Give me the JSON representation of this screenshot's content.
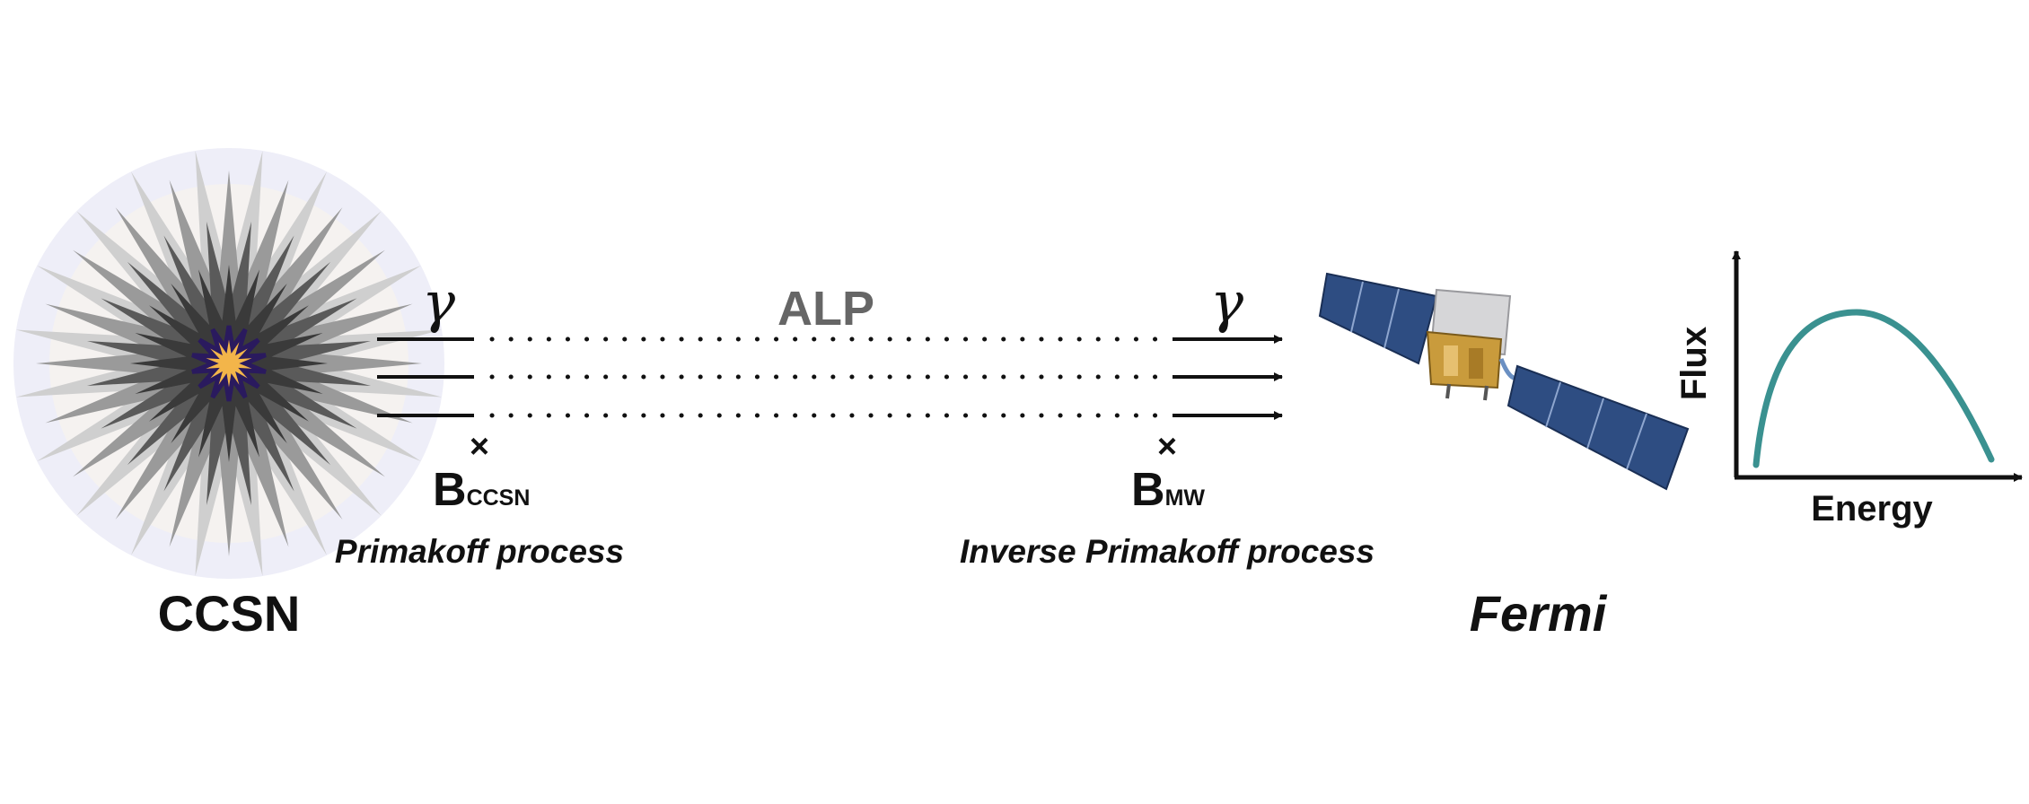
{
  "source": {
    "label": "CCSN"
  },
  "photon_left": {
    "symbol": "γ"
  },
  "photon_right": {
    "symbol": "γ"
  },
  "alp": {
    "label": "ALP"
  },
  "field_left": {
    "base": "B",
    "subscript": "CCSN",
    "cross": "×"
  },
  "field_right": {
    "base": "B",
    "subscript": "MW",
    "cross": "×"
  },
  "process_left": {
    "label": "Primakoff process"
  },
  "process_right": {
    "label": "Inverse Primakoff process"
  },
  "detector": {
    "label": "Fermi",
    "icon": "satellite-icon"
  },
  "spectrum": {
    "xlabel": "Energy",
    "ylabel": "Flux",
    "curve_color": "#3a9190"
  },
  "colors": {
    "text": "#111111",
    "alp": "#666666",
    "star_outer": "#c9c9c9",
    "star_mid": "#8a8a8a",
    "star_dark": "#444444",
    "core": "#f3b54a",
    "core_outline": "#2a1a5e",
    "halo": "#eeeef8"
  }
}
